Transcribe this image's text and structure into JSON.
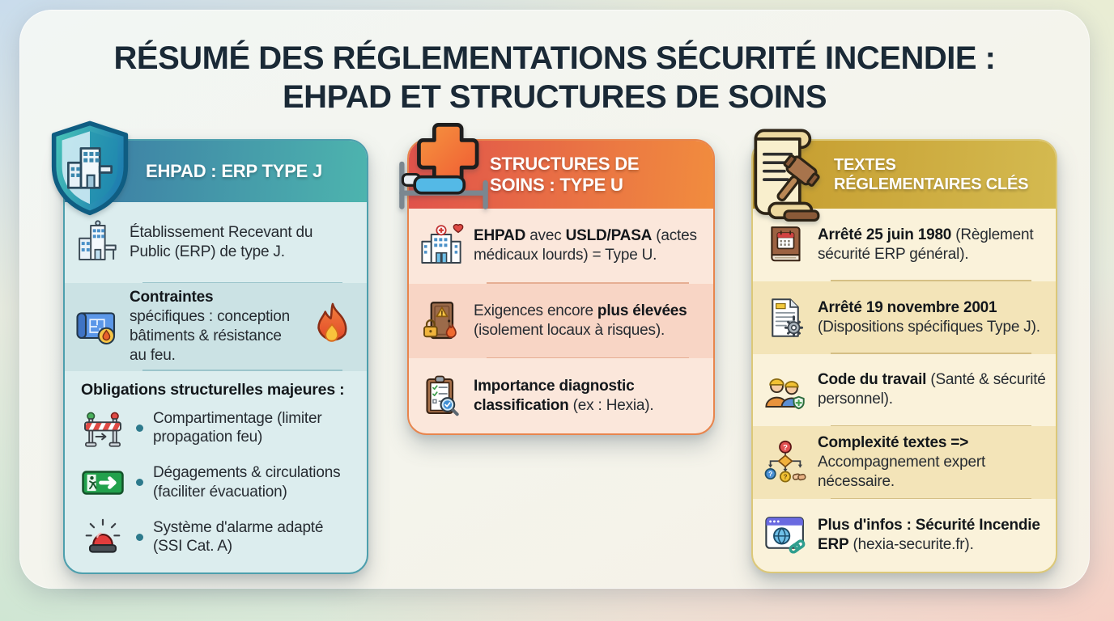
{
  "title": {
    "line1": "RÉSUMÉ DES RÉGLEMENTATIONS SÉCURITÉ INCENDIE :",
    "line2": "EHPAD ET STRUCTURES DE SOINS"
  },
  "glyphs": {
    "question": "?"
  },
  "colors": {
    "title": "#1a2936",
    "card1": {
      "header_start": "#3b79a4",
      "header_end": "#4db4ae",
      "body": "#dcedee",
      "shade": "#cbe2e4",
      "border": "#4d9fad"
    },
    "card2": {
      "header_start": "#e0524b",
      "header_end": "#f18c3e",
      "body": "#fbe7db",
      "shade": "#f8d5c5",
      "border": "#e8854d"
    },
    "card3": {
      "header_start": "#c59b2d",
      "header_end": "#d4ba50",
      "body": "#faf2da",
      "shade": "#f3e4b8",
      "border": "#dcc878"
    }
  },
  "cards": [
    {
      "id": "ehpad-type-j",
      "corner_icon": "shield-building-icon",
      "header_lines": [
        "EHPAD : ERP TYPE J"
      ],
      "rows": [
        {
          "icon": "hospital-building-icon",
          "segments": [
            {
              "text": "Établissement Recevant du Public (ERP) de type J.",
              "bold": false
            }
          ]
        },
        {
          "icon": "blueprint-icon",
          "extra_icon": "flame-icon",
          "segments": [
            {
              "text": "Contraintes",
              "bold": true
            },
            {
              "text": " spécifiques : conception bâtiments & résistance au feu.",
              "bold": false
            }
          ]
        }
      ],
      "section": {
        "heading": "Obligations structurelles majeures :",
        "bullets": [
          {
            "icon": "roadblock-icon",
            "segments": [
              {
                "text": "Compartimentage (limiter propagation feu)",
                "bold": false
              }
            ]
          },
          {
            "icon": "emergency-exit-icon",
            "segments": [
              {
                "text": "Dégagements & circulations (faciliter évacuation)",
                "bold": false
              }
            ]
          },
          {
            "icon": "alarm-siren-icon",
            "segments": [
              {
                "text": "Système d'alarme adapté (SSI Cat. A)",
                "bold": false
              }
            ]
          }
        ]
      }
    },
    {
      "id": "structures-soins-type-u",
      "corner_icon": "medical-cross-bed-icon",
      "header_lines": [
        "STRUCTURES DE",
        "SOINS : TYPE U"
      ],
      "rows": [
        {
          "icon": "hospital-cross-icon",
          "segments": [
            {
              "text": "EHPAD",
              "bold": true
            },
            {
              "text": " avec ",
              "bold": false
            },
            {
              "text": "USLD/PASA",
              "bold": true
            },
            {
              "text": " (actes médicaux lourds) = Type U.",
              "bold": false
            }
          ]
        },
        {
          "icon": "door-risk-lock-icon",
          "segments": [
            {
              "text": "Exigences encore ",
              "bold": false
            },
            {
              "text": "plus élevées",
              "bold": true
            },
            {
              "text": " (isolement locaux à risques).",
              "bold": false
            }
          ]
        },
        {
          "icon": "diagnostic-checklist-icon",
          "segments": [
            {
              "text": "Importance diagnostic classification",
              "bold": true
            },
            {
              "text": " (ex : Hexia).",
              "bold": false
            }
          ]
        }
      ]
    },
    {
      "id": "textes-reglementaires-cles",
      "corner_icon": "scroll-gavel-icon",
      "header_lines": [
        "TEXTES",
        "RÉGLEMENTAIRES CLÉS"
      ],
      "rows": [
        {
          "icon": "law-book-calendar-icon",
          "segments": [
            {
              "text": "Arrêté 25 juin 1980",
              "bold": true
            },
            {
              "text": " (Règlement sécurité ERP général).",
              "bold": false
            }
          ]
        },
        {
          "icon": "document-gear-icon",
          "segments": [
            {
              "text": "Arrêté 19 novembre 2001",
              "bold": true
            },
            {
              "text": " (Dispositions spécifiques Type J).",
              "bold": false
            }
          ]
        },
        {
          "icon": "workers-safety-icon",
          "segments": [
            {
              "text": "Code du travail",
              "bold": true
            },
            {
              "text": " (Santé & sécurité personnel).",
              "bold": false
            }
          ]
        },
        {
          "icon": "decision-flowchart-icon",
          "segments": [
            {
              "text": "Complexité textes =>",
              "bold": true
            },
            {
              "text": " Accompagnement expert nécessaire.",
              "bold": false
            }
          ]
        },
        {
          "icon": "website-link-icon",
          "segments": [
            {
              "text": "Plus d'infos : Sécurité Incendie ERP",
              "bold": true
            },
            {
              "text": " (hexia-securite.fr).",
              "bold": false
            }
          ]
        }
      ]
    }
  ]
}
